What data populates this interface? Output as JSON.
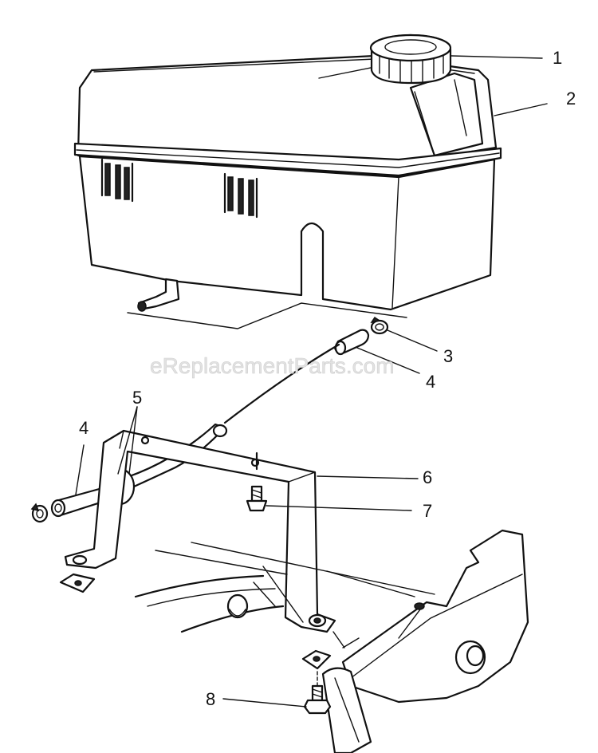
{
  "watermark": "eReplacementParts.com",
  "callouts": [
    {
      "id": "c1",
      "label": "1"
    },
    {
      "id": "c2",
      "label": "2"
    },
    {
      "id": "c3",
      "label": "3"
    },
    {
      "id": "c4a",
      "label": "4"
    },
    {
      "id": "c5",
      "label": "5"
    },
    {
      "id": "c4b",
      "label": "4"
    },
    {
      "id": "c6",
      "label": "6"
    },
    {
      "id": "c7",
      "label": "7"
    },
    {
      "id": "c8",
      "label": "8"
    }
  ],
  "colors": {
    "line": "#111111",
    "background": "#ffffff",
    "watermark": "#e2e2e2"
  }
}
